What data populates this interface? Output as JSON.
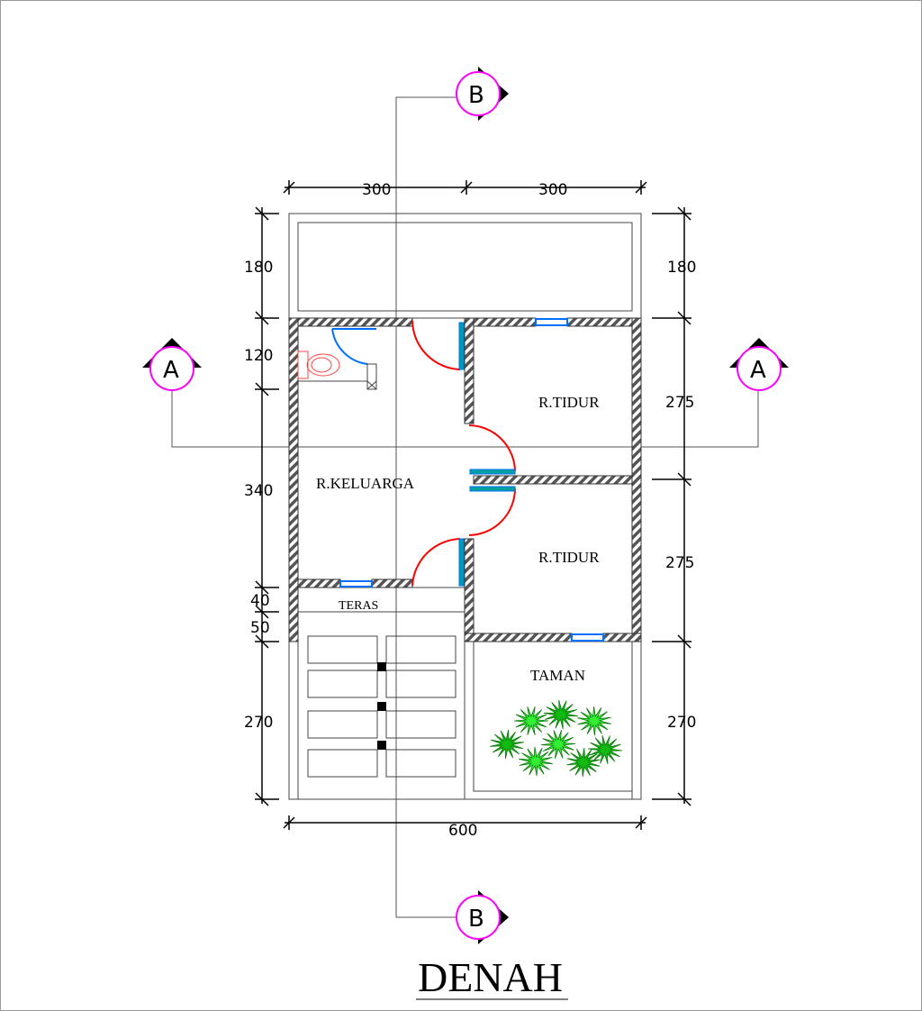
{
  "drawing_title": "DENAH",
  "rooms": {
    "bedroom_1": "R.TIDUR",
    "bedroom_2": "R.TIDUR",
    "family_room": "R.KELUARGA",
    "terrace": "TERAS",
    "garden": "TAMAN"
  },
  "section_markers": {
    "a": "A",
    "b": "B"
  },
  "dimensions": {
    "top": [
      "300",
      "300"
    ],
    "bottom": "600",
    "left": [
      "180",
      "120",
      "340",
      "40",
      "50",
      "270"
    ],
    "right": [
      "180",
      "275",
      "275",
      "270"
    ]
  },
  "colors": {
    "section_circle": "#ff00ff",
    "door_arc": "#ff0000",
    "window": "#0070ff",
    "door_leaf": "#00a0a0",
    "plants": "#22cc22",
    "toilet": "#ff4444"
  }
}
